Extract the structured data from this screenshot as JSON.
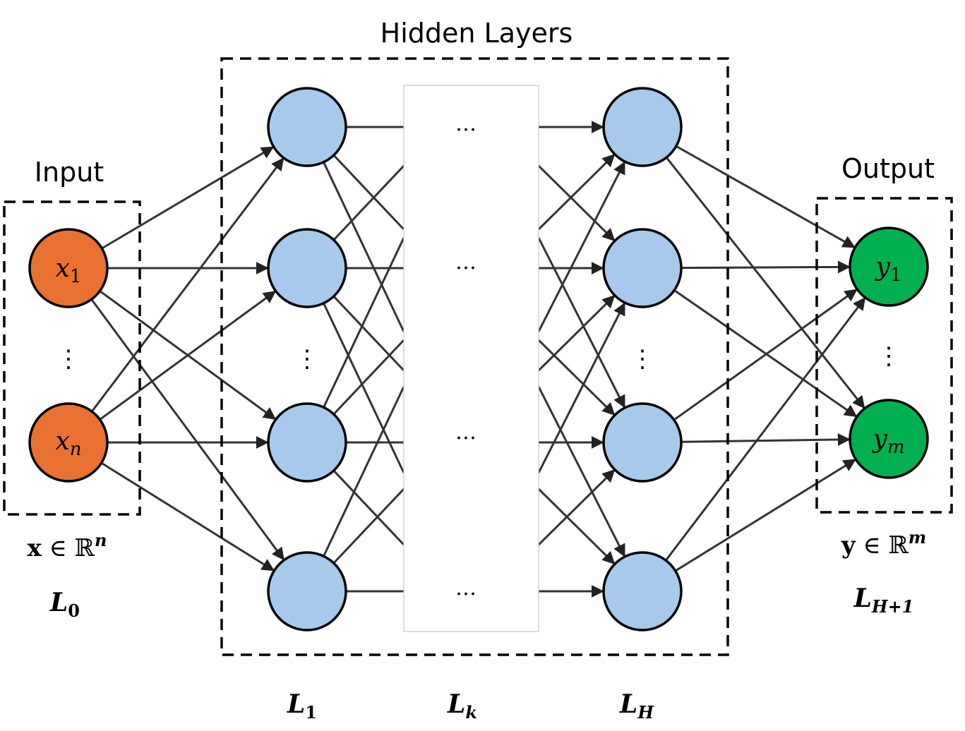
{
  "title": "Neural network architecture diagram",
  "labels": {
    "input_title": "Input",
    "hidden_title": "Hidden Layers",
    "output_title": "Output"
  },
  "colors": {
    "input_node": "#E97132",
    "hidden_node": "#A6C9EC",
    "output_node": "#00B050",
    "edge": "#333333",
    "node_stroke": "#000000"
  },
  "input_layer": {
    "nodes": [
      {
        "var": "x",
        "sub": "1"
      },
      {
        "var": "x",
        "sub": "n"
      }
    ],
    "ellipsis": "⋮",
    "space": {
      "var": "x",
      "set": "ℝ",
      "dim": "n"
    },
    "layer_label": {
      "name": "L",
      "sub": "0"
    }
  },
  "hidden_layers": {
    "first": {
      "layer_label": {
        "name": "L",
        "sub": "1"
      },
      "node_count": 4,
      "ellipsis": "⋮"
    },
    "middle": {
      "layer_label": {
        "name": "L",
        "sub": "k"
      },
      "ellipsis": "…"
    },
    "last": {
      "layer_label": {
        "name": "L",
        "sub": "H"
      },
      "node_count": 4,
      "ellipsis": "⋮"
    }
  },
  "output_layer": {
    "nodes": [
      {
        "var": "y",
        "sub": "1"
      },
      {
        "var": "y",
        "sub": "m"
      }
    ],
    "ellipsis": "⋮",
    "space": {
      "var": "y",
      "set": "ℝ",
      "dim": "m"
    },
    "layer_label": {
      "name": "L",
      "sub": "H+1"
    }
  }
}
